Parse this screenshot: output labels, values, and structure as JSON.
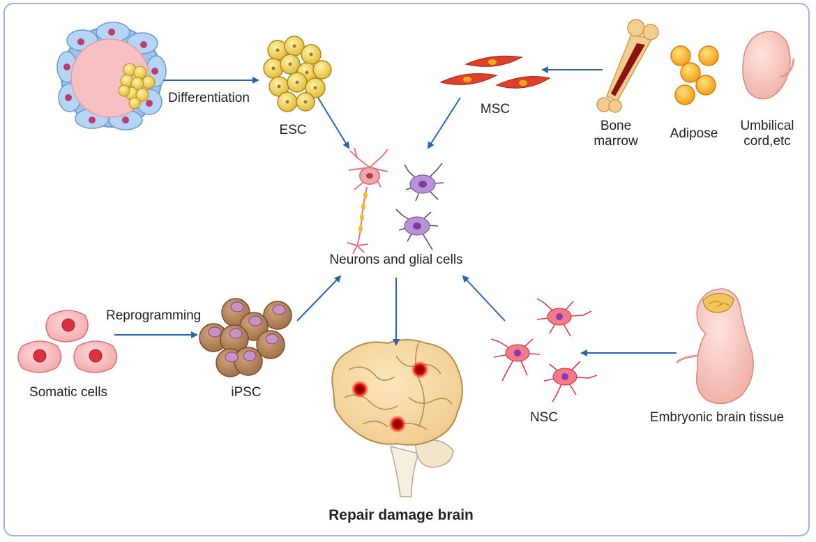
{
  "labels": {
    "differentiation": "Differentiation",
    "esc": "ESC",
    "msc": "MSC",
    "bone_marrow": "Bone\nmarrow",
    "adipose": "Adipose",
    "umbilical": "Umbilical\ncord,etc",
    "neurons_glial": "Neurons and glial cells",
    "reprogramming": "Reprogramming",
    "somatic": "Somatic cells",
    "ipsc": "iPSC",
    "nsc": "NSC",
    "embryonic": "Embryonic brain tissue",
    "repair": "Repair damage brain"
  },
  "icons": [
    "blastocyst-icon",
    "esc-cluster-icon",
    "msc-cells-icon",
    "bone-icon",
    "adipose-cells-icon",
    "fetus-icon",
    "neuron-icon",
    "glial-cell-icon",
    "somatic-cells-icon",
    "ipsc-cluster-icon",
    "brain-icon",
    "nsc-cells-icon",
    "embryo-brain-icon"
  ],
  "colors": {
    "arrow": "#2a62ad",
    "frame": "#9fb3d6"
  }
}
